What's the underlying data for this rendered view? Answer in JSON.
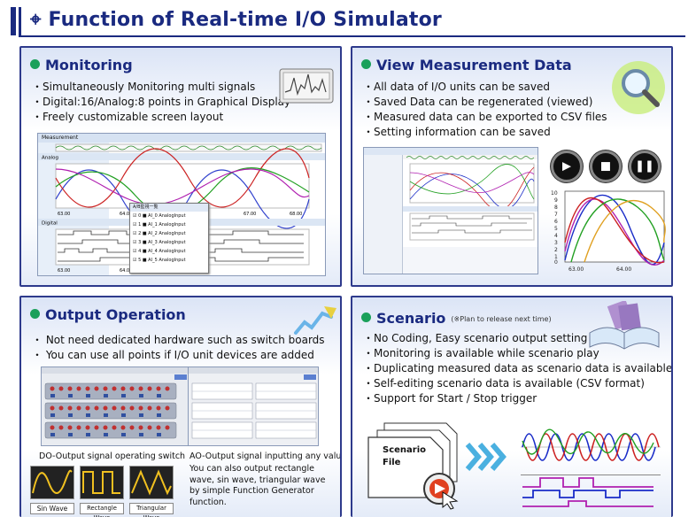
{
  "title": "⌖ Function of Real-time I/O Simulator",
  "monitoring": {
    "heading": "Monitoring",
    "bullets": [
      "・Simultaneously Monitoring multi signals",
      "・Digital:16/Analog:8 points in Graphical Display",
      "・Freely customizable screen layout"
    ],
    "screenshot": {
      "window_title": "Measurement",
      "analog_label": "Analog",
      "digital_label": "Digital",
      "x_ticks": [
        "63.00",
        "64.00",
        "67.00",
        "68.00"
      ],
      "popup_title": "A/B監視一覧",
      "popup_rows": [
        {
          "num": "0",
          "name": "AI_0",
          "type": "AnalogInput"
        },
        {
          "num": "1",
          "name": "AI_1",
          "type": "AnalogInput"
        },
        {
          "num": "2",
          "name": "AI_2",
          "type": "AnalogInput"
        },
        {
          "num": "3",
          "name": "AI_3",
          "type": "AnalogInput"
        },
        {
          "num": "4",
          "name": "AI_4",
          "type": "AnalogInput"
        },
        {
          "num": "5",
          "name": "AI_5",
          "type": "AnalogInput"
        }
      ]
    }
  },
  "view": {
    "heading": "View Measurement Data",
    "bullets": [
      "・All data of I/O units can be saved",
      "・Saved Data can be regenerated (viewed)",
      "・Measured data can be exported to CSV files",
      "・Setting information can be saved"
    ],
    "chart_y_ticks": [
      "10",
      "9",
      "8",
      "7",
      "6",
      "5",
      "4",
      "3",
      "2",
      "1",
      "0"
    ],
    "chart_x_ticks": [
      "63.00",
      "64.00"
    ],
    "controls": [
      "play",
      "stop",
      "pause"
    ]
  },
  "output": {
    "heading": "Output Operation",
    "bullets": [
      "・ Not need dedicated hardware such as switch boards",
      "・ You can use all points if I/O unit devices are added"
    ],
    "do_caption": "DO-Output signal operating switch",
    "ao_caption": "AO-Output signal inputting any values",
    "ao_desc": [
      "You can also output rectangle",
      "wave, sin wave, triangular wave",
      "by simple Function Generator",
      "function."
    ],
    "wave_labels": [
      "Sin Wave",
      "Rectangle Wave",
      "Triangular Wave"
    ]
  },
  "scenario": {
    "heading": "Scenario",
    "note": "(※Plan to release next time)",
    "bullets": [
      "・No Coding, Easy scenario output setting",
      "・Monitoring is available while scenario play",
      "・Duplicating measured data as scenario data is available",
      "・Self-editing scenario data is available (CSV format)",
      "・Support for Start / Stop trigger"
    ],
    "file_label_1": "Scenario",
    "file_label_2": "File"
  },
  "colors": {
    "heading": "#1a2a80",
    "panel_border": "#2e3a8c",
    "dot": "#1aa05a",
    "wave_colors": [
      "#1a2cc8",
      "#cc2222",
      "#22a022",
      "#b020b0",
      "#e0a020"
    ]
  }
}
